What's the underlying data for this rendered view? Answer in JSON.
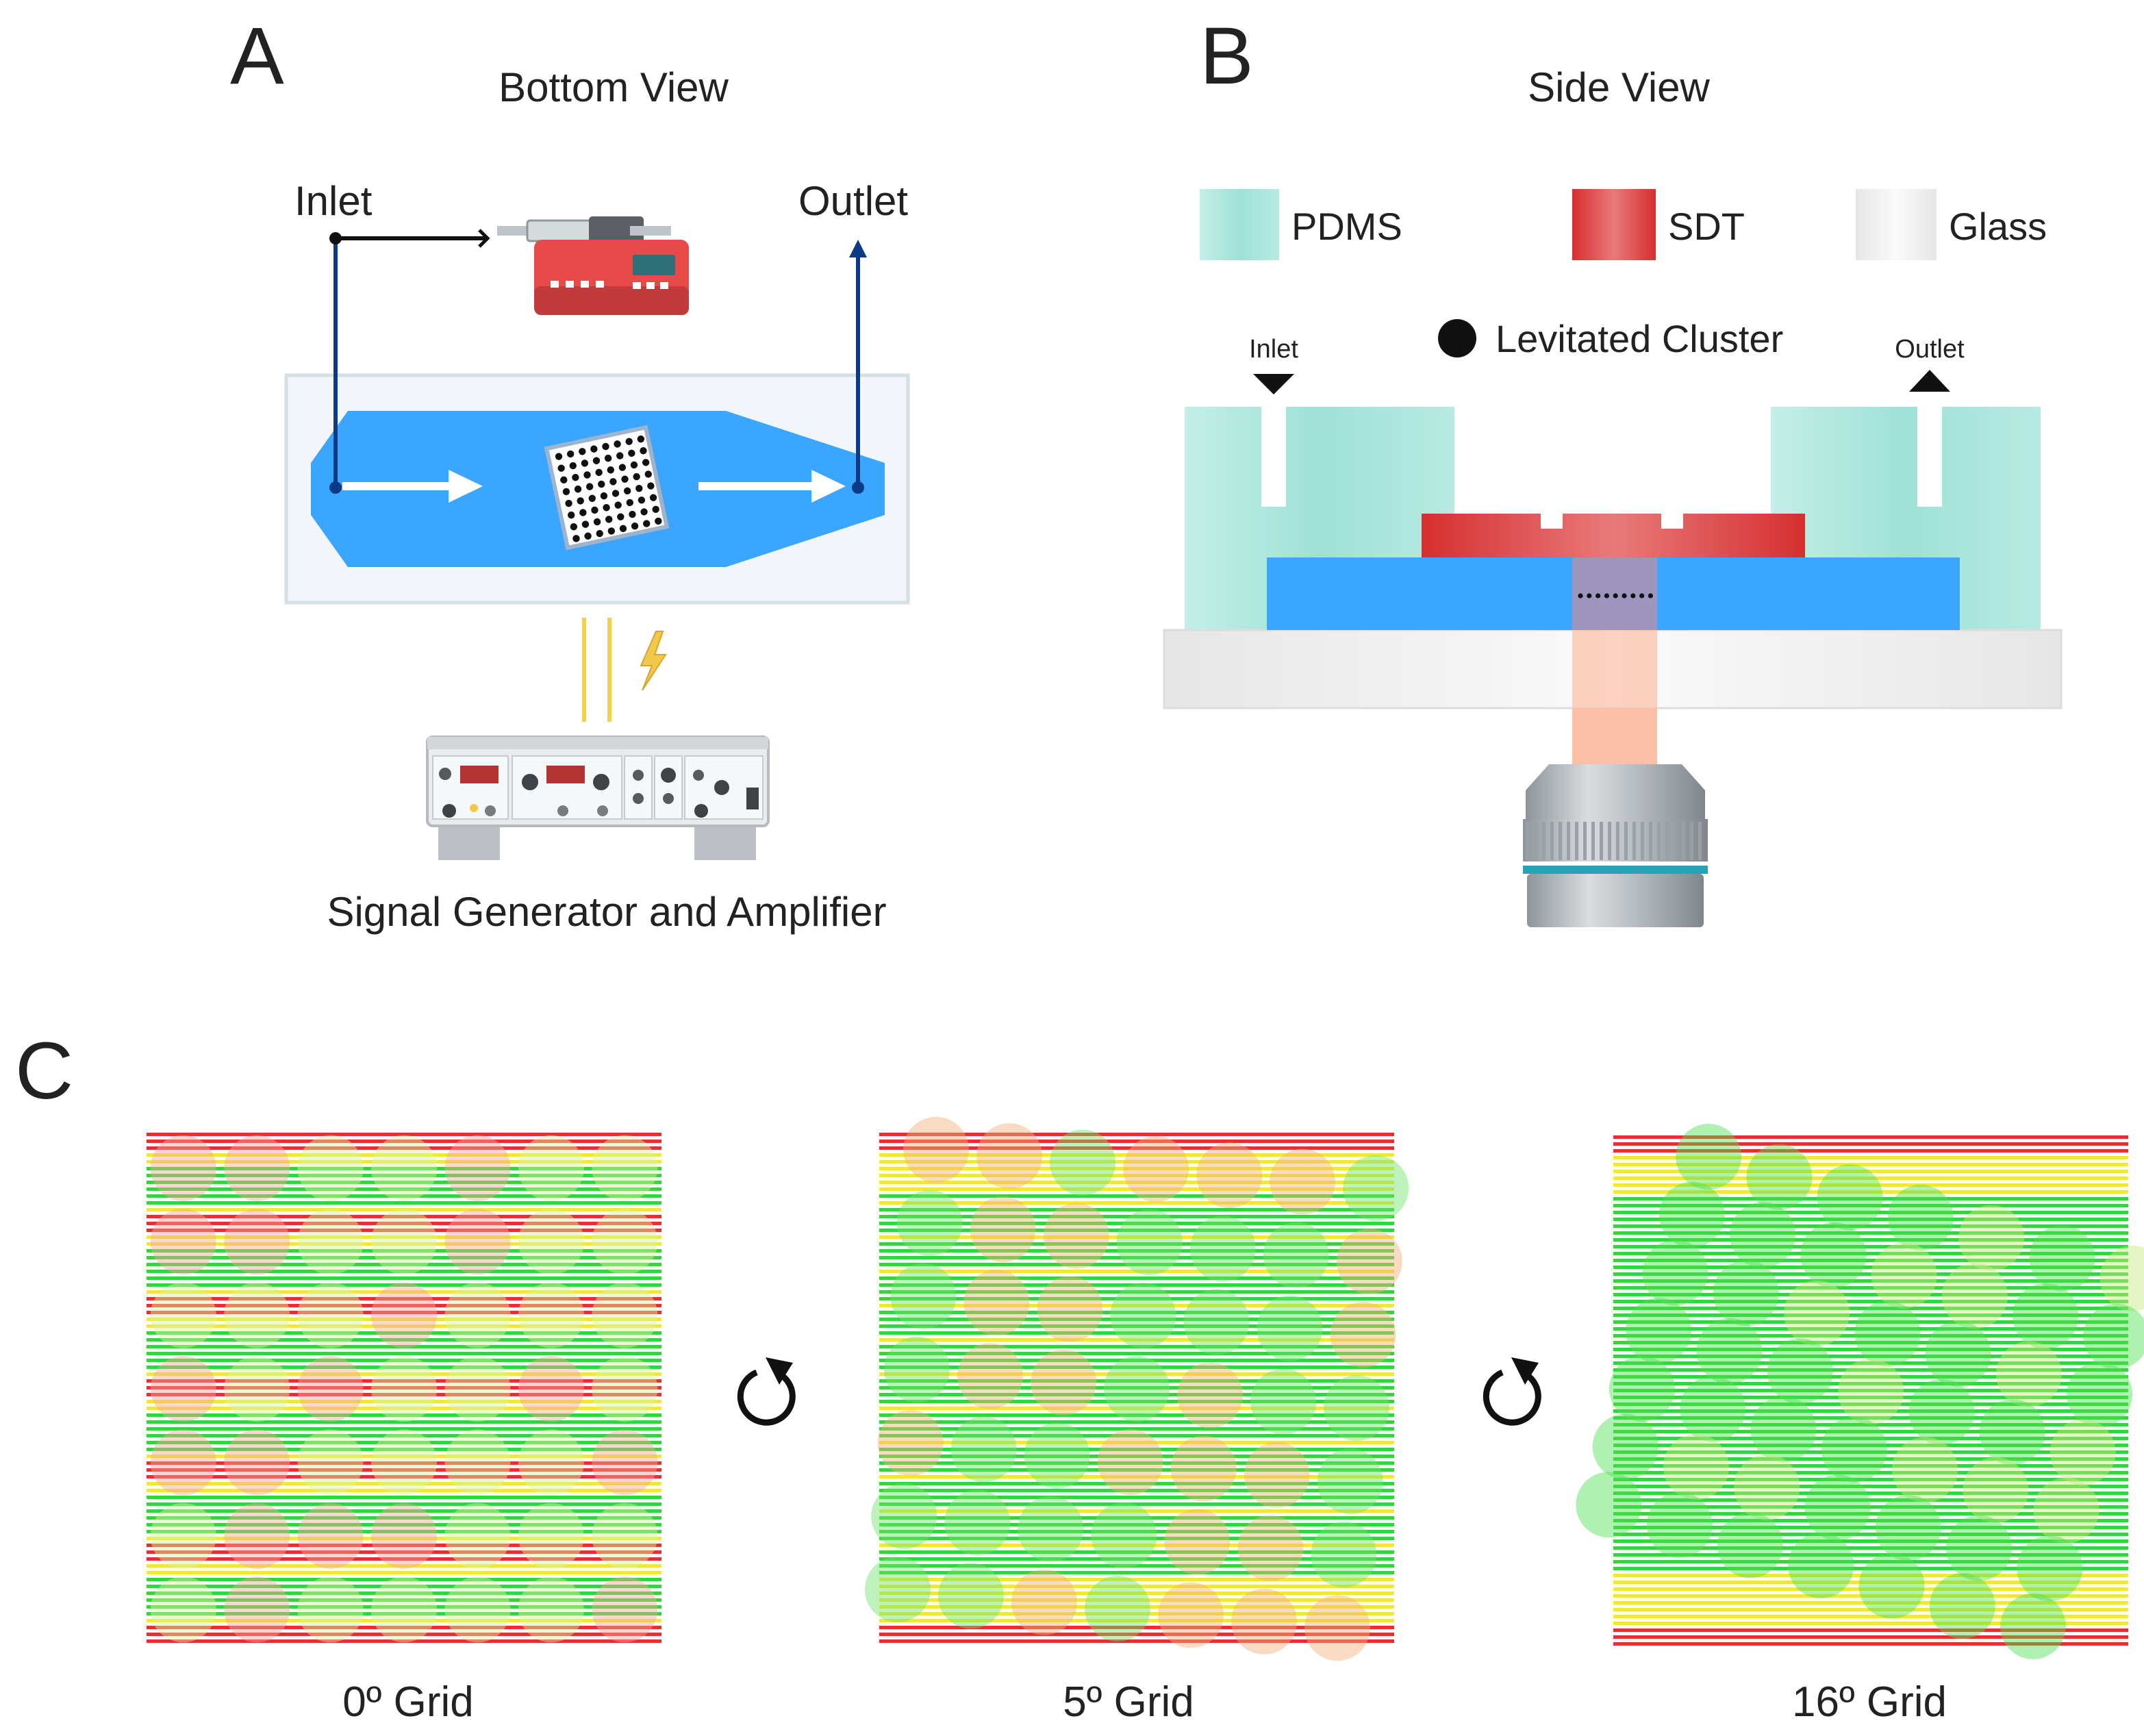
{
  "panel_a": {
    "letter": "A",
    "title": "Bottom View",
    "inlet": "Inlet",
    "outlet": "Outlet",
    "device_label": "Signal Generator and Amplifier"
  },
  "panel_b": {
    "letter": "B",
    "title": "Side View",
    "legend": [
      {
        "label": "PDMS",
        "color": "#a3e3d8"
      },
      {
        "label": "SDT",
        "color": "#dc3434"
      },
      {
        "label": "Glass",
        "color": "#eeeeee"
      }
    ],
    "cluster_label": "Levitated Cluster",
    "inlet": "Inlet",
    "outlet": "Outlet"
  },
  "panel_c": {
    "letter": "C",
    "grids": [
      {
        "label": "0º Grid",
        "angle": 0,
        "mode": "stripes"
      },
      {
        "label": "5º Grid",
        "angle": 5,
        "mode": "mixed"
      },
      {
        "label": "16º Grid",
        "angle": 16,
        "mode": "green"
      }
    ]
  },
  "colors": {
    "channel_blue": "#3ba6ff",
    "pdms": "#a3e3d8",
    "sdt": "#dc3434",
    "glass": "#eeeeee",
    "tube": "#0b3a86",
    "grid_red": "#e53030",
    "grid_yellow": "#f1e73a",
    "grid_green": "#34d53a",
    "beam": "#fbbfa6"
  }
}
